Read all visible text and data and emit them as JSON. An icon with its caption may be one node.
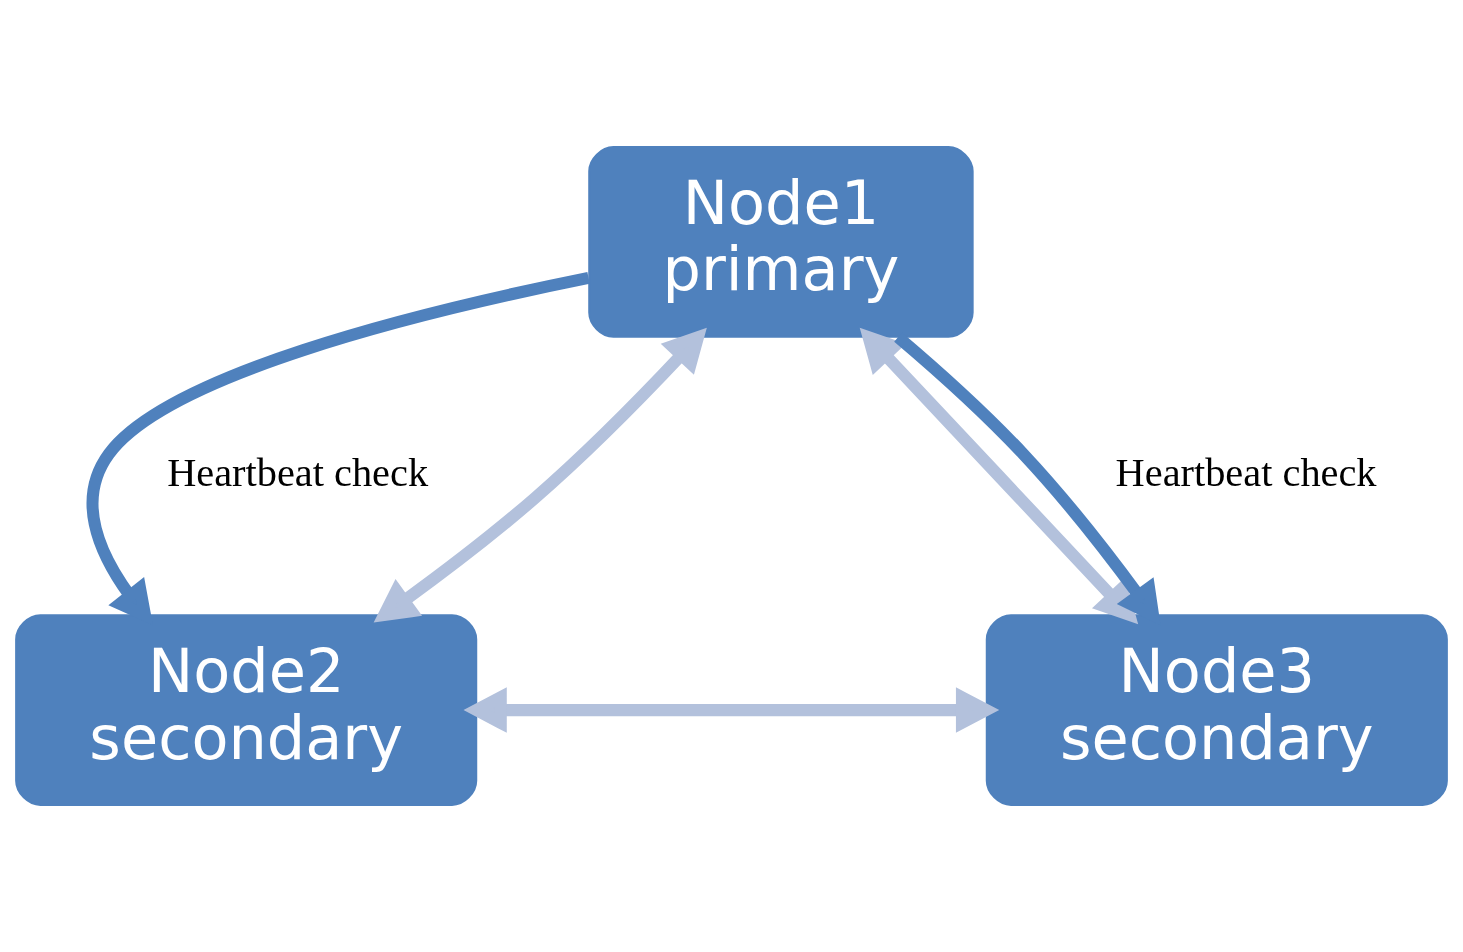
{
  "diagram": {
    "nodes": [
      {
        "text": [
          "Node1",
          "primary"
        ]
      },
      {
        "text": [
          "Node2",
          "secondary"
        ]
      },
      {
        "text": [
          "Node3",
          "secondary"
        ]
      }
    ],
    "edges": [
      {
        "from": 0,
        "to": 1,
        "arrow": "to",
        "label": "Heartbeat check",
        "color": "#4f81bd"
      },
      {
        "from": 0,
        "to": 1,
        "arrow": "both"
      },
      {
        "from": 0,
        "to": 2,
        "arrow": "both"
      },
      {
        "from": 0,
        "to": 2,
        "arrow": "to",
        "label": "Heartbeat check",
        "color": "#4f81bd"
      },
      {
        "from": 1,
        "to": 2,
        "arrow": "both"
      }
    ]
  }
}
